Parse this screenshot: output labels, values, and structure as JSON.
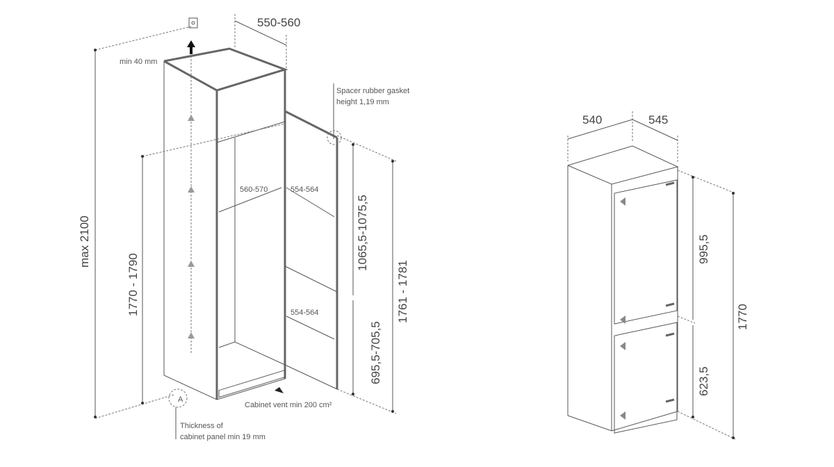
{
  "installation_drawing": {
    "width_top": "550-560",
    "min_gap": "min 40 mm",
    "gasket_note_line1": "Spacer rubber gasket",
    "gasket_note_line2": "height 1,19 mm",
    "max_height": "max 2100",
    "niche_height": "1770 - 1790",
    "inner_width": "560-570",
    "door_depth_upper": "554-564",
    "door_depth_lower": "554-564",
    "upper_door_height": "1065,5-1075,5",
    "lower_door_height": "695,5-705,5",
    "total_door_height": "1761 - 1781",
    "vent_note": "Cabinet vent min 200 cm²",
    "detail_marker": "A",
    "panel_note_line1": "Thickness of",
    "panel_note_line2": "cabinet panel min 19 mm"
  },
  "appliance_drawing": {
    "width": "540",
    "depth": "545",
    "upper_height": "995,5",
    "lower_height": "623,5",
    "total_height": "1770"
  }
}
